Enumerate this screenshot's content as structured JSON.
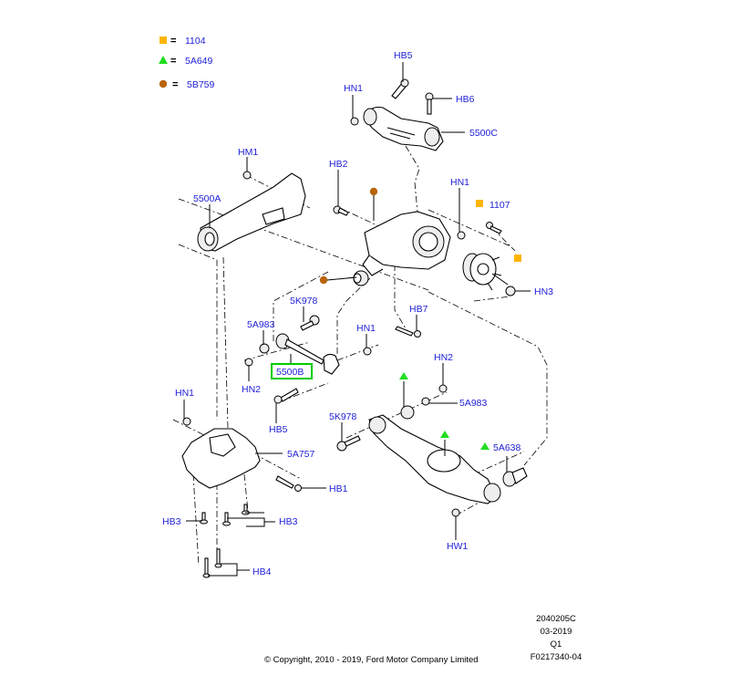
{
  "legend": [
    {
      "symbol": "square",
      "color": "#FFB400",
      "equals": "=",
      "part": "1104"
    },
    {
      "symbol": "triangle",
      "color": "#22DD22",
      "equals": "=",
      "part": "5A649"
    },
    {
      "symbol": "circle",
      "color": "#B8640A",
      "equals": "=",
      "part": "5B759"
    }
  ],
  "callouts": {
    "hb5_top": "HB5",
    "hn1_top": "HN1",
    "hb6": "HB6",
    "c5500c": "5500C",
    "hm1": "HM1",
    "hb2": "HB2",
    "c5500a": "5500A",
    "hn1_knuckle": "HN1",
    "c1107": "1107",
    "hn3": "HN3",
    "c5k978_top": "5K978",
    "c5a983_left": "5A983",
    "hb7": "HB7",
    "hn1_mid": "HN1",
    "c5500b": "5500B",
    "hn2_left": "HN2",
    "hn2_right": "HN2",
    "c5a983_right": "5A983",
    "hn1_left": "HN1",
    "hb5_mid": "HB5",
    "c5k978_low": "5K978",
    "c5a638": "5A638",
    "c5a757": "5A757",
    "hb1": "HB1",
    "hb3_left": "HB3",
    "hb3_right": "HB3",
    "hb4": "HB4",
    "hw1": "HW1"
  },
  "highlight": {
    "part": "5500B",
    "color": "#00CC00"
  },
  "footer": {
    "codes": [
      "2040205C",
      "03-2019",
      "Q1",
      "F0217340-04"
    ],
    "copyright": "© Copyright, 2010 - 2019, Ford Motor Company Limited"
  }
}
